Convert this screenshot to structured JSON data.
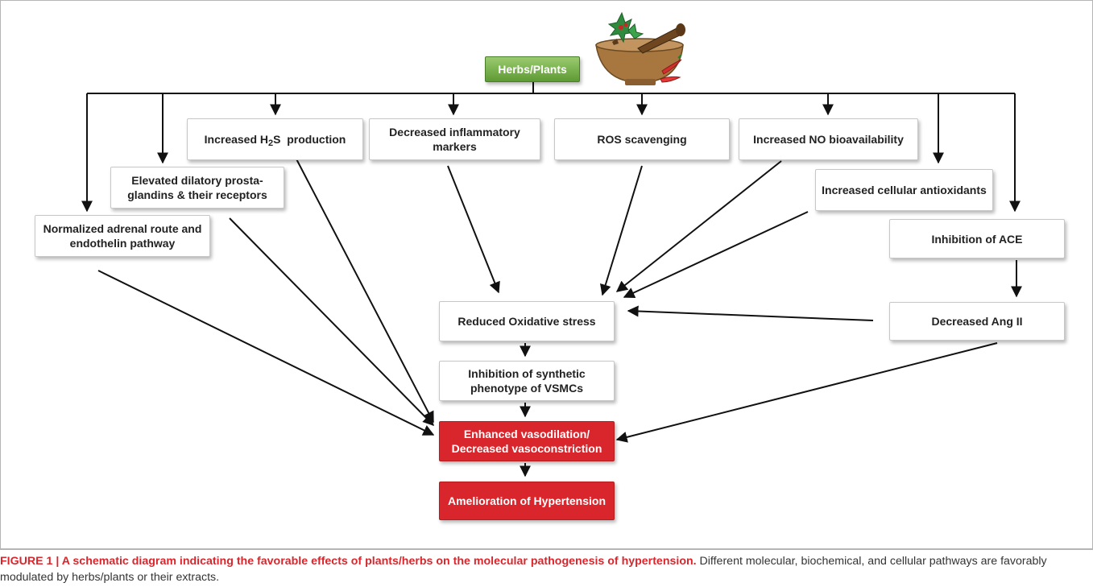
{
  "diagram": {
    "root": "Herbs/Plants",
    "h2s_prefix": "Increased H",
    "h2s_sub": "2",
    "h2s_suffix": "S  production",
    "inflammatory": "Decreased inflammatory markers",
    "ros": "ROS scavenging",
    "no": "Increased NO bioavailability",
    "prostaglandins": "Elevated dilatory prosta-glandins & their receptors",
    "antioxidants": "Increased cellular antioxidants",
    "adrenal": "Normalized adrenal route and endothelin pathway",
    "ace": "Inhibition of ACE",
    "oxidative": "Reduced Oxidative stress",
    "angii": "Decreased Ang II",
    "vsmc": "Inhibition of synthetic phenotype of VSMCs",
    "vasodilation": "Enhanced vasodilation/ Decreased vasoconstriction",
    "hypertension": "Amelioration of Hypertension"
  },
  "caption": {
    "bold": "FIGURE 1 | A schematic diagram indicating the favorable effects of plants/herbs on the molecular pathogenesis of hypertension.",
    "text": " Different molecular, biochemical, and cellular pathways are favorably modulated by herbs/plants or their extracts."
  },
  "colors": {
    "accent_red": "#d9262c",
    "root_green": "#6aa63e",
    "mortar_brown": "#a8773f"
  },
  "icons": [
    "mortar-and-pestle-icon"
  ]
}
